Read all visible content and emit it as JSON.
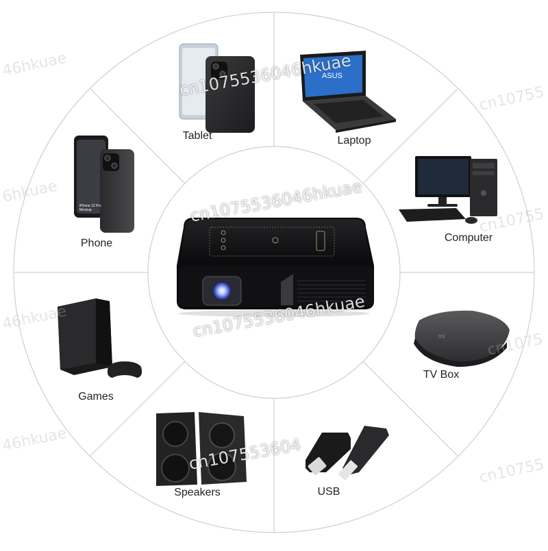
{
  "devices": {
    "tablet": "Tablet",
    "laptop": "Laptop",
    "computer": "Computer",
    "tv_box": "TV Box",
    "usb": "USB",
    "speakers": "Speakers",
    "games": "Games",
    "phone": "Phone"
  },
  "phone_screen_text": "iPhone 12 Pro Mockup",
  "laptop_brand": "ASUS",
  "watermarks": {
    "a": "cn1075536046hkuae",
    "b": "46hkuae",
    "c": "cn10755",
    "d": "cn1075536046hkuae",
    "e": "cn1075536046hkuae",
    "f": "cn107553604",
    "g": "6hkuae",
    "h": "cn10755",
    "i": "46hkuae",
    "j": "cn1075",
    "k": "46hkuae",
    "l": "cn10755"
  },
  "colors": {
    "divider": "#cfcfcf",
    "projector_body": "#111114",
    "lens_glow": "#7aa0ff"
  }
}
